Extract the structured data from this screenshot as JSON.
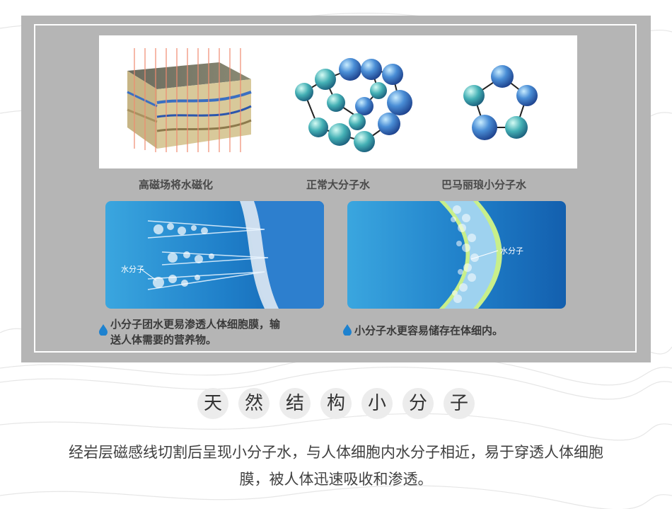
{
  "captions": {
    "magnetize": "高磁场将水磁化",
    "normal_molecule": "正常大分子水",
    "small_molecule": "巴马丽琅小分子水"
  },
  "panels": {
    "left_label": "水分子",
    "right_label": "水分子",
    "left_desc_line1": "小分子团水更易渗透人体细胞膜，输",
    "left_desc_line2": "送人体需要的营养物。",
    "right_desc": "小分子水更容易储存在体细内。"
  },
  "title_chars": [
    "天",
    "然",
    "结",
    "构",
    "小",
    "分",
    "子"
  ],
  "body": {
    "line1": "经岩层磁感线切割后呈现小分子水，与人体细胞内水分子相近，易于穿透人体细胞",
    "line2": "膜，被人体迅速吸收和渗透。"
  },
  "colors": {
    "panel_gray": "#b5b5b5",
    "blue_light": "#3aa6df",
    "blue_dark": "#135fae",
    "title_circle": "#ececec"
  },
  "icons": [
    "water-drop-icon"
  ]
}
